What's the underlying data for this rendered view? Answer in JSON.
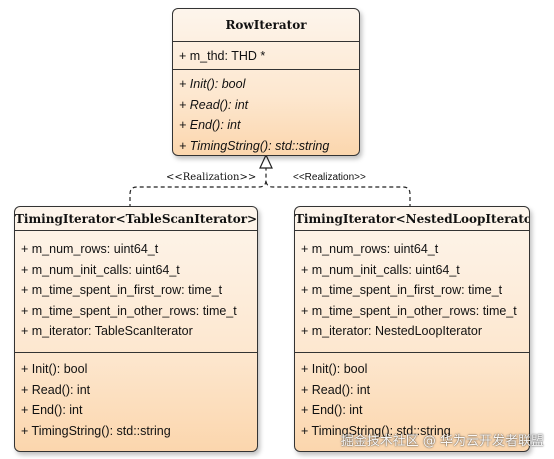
{
  "diagram": {
    "base_class": {
      "name": "RowIterator",
      "attributes": [
        "+ m_thd: THD *"
      ],
      "methods": [
        "+ Init(): bool",
        "+ Read(): int",
        "+ End(): int",
        "+ TimingString(): std::string"
      ]
    },
    "left_class": {
      "name": "TimingIterator<TableScanIterator>",
      "attributes": [
        "+ m_num_rows: uint64_t",
        "+ m_num_init_calls: uint64_t",
        "+ m_time_spent_in_first_row: time_t",
        "+ m_time_spent_in_other_rows: time_t",
        "+ m_iterator: TableScanIterator"
      ],
      "methods": [
        "+ Init(): bool",
        "+ Read(): int",
        "+ End(): int",
        "+ TimingString(): std::string"
      ]
    },
    "right_class": {
      "name": "TimingIterator<NestedLoopIterator>",
      "attributes": [
        "+ m_num_rows: uint64_t",
        "+ m_num_init_calls: uint64_t",
        "+ m_time_spent_in_first_row: time_t",
        "+ m_time_spent_in_other_rows: time_t",
        "+ m_iterator: NestedLoopIterator"
      ],
      "methods": [
        "+ Init(): bool",
        "+ Read(): int",
        "+ End(): int",
        "+ TimingString(): std::string"
      ]
    },
    "relations": {
      "left_label": "<<Realization>>",
      "right_label": "<<Realization>>"
    }
  },
  "watermark": "掘金技术社区 @ 华为云开发者联盟",
  "colors": {
    "box_fill_top": "#fdf5ec",
    "box_fill_bottom": "#fbd6ad",
    "border": "#333333",
    "text": "#111111"
  }
}
